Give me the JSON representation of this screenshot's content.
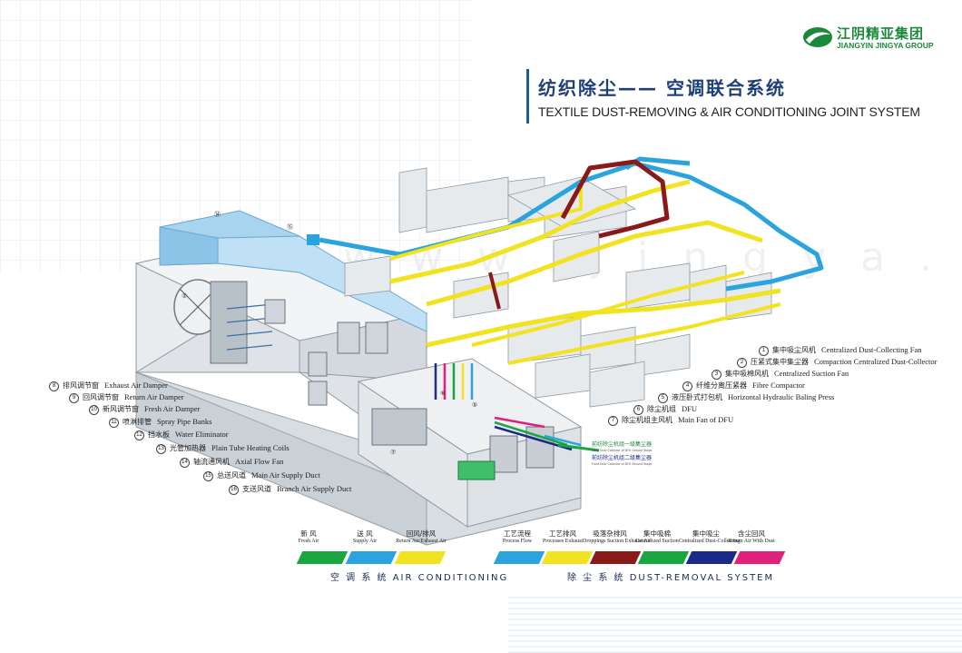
{
  "brand": {
    "name_cn": "江阴精亚集团",
    "name_en": "JIANGYIN JINGYA GROUP",
    "color": "#1a8a3a"
  },
  "title": {
    "cn": "纺织除尘—— 空调联合系统",
    "en": "TEXTILE DUST-REMOVING & AIR CONDITIONING JOINT SYSTEM"
  },
  "watermark": "w w w . j i n g y a . c n",
  "diagram_markers": {
    "m14": "⑭",
    "m15": "⑮",
    "m1": "①",
    "m7": "⑦",
    "m6": "⑥",
    "m5": "⑤"
  },
  "flow_labels": {
    "a": "前纺除尘机组一级集尘器",
    "a_sub": "Front Dust Collector of DFU Ground Stage",
    "b": "前纺除尘机组二级集尘器",
    "b_sub": "Front Dust Collector of DFU Second Stage"
  },
  "components_right": [
    {
      "n": "1",
      "cn": "集中吸尘风机",
      "en": "Centralized Dust-Collecting Fan"
    },
    {
      "n": "2",
      "cn": "压紧式集中集尘器",
      "en": "Compaction Centralized Dust-Collector"
    },
    {
      "n": "3",
      "cn": "集中吸棉风机",
      "en": "Centralized Suction Fan"
    },
    {
      "n": "4",
      "cn": "纤维分离压紧器",
      "en": "Fibre Compactor"
    },
    {
      "n": "5",
      "cn": "液压卧式打包机",
      "en": "Horizontal Hydraulic Baling Press"
    },
    {
      "n": "6",
      "cn": "除尘机组",
      "en": "DFU"
    },
    {
      "n": "7",
      "cn": "除尘机组主风机",
      "en": "Main Fan of DFU"
    }
  ],
  "components_left": [
    {
      "n": "8",
      "cn": "排风调节窗",
      "en": "Exhaust Air Damper"
    },
    {
      "n": "9",
      "cn": "回风调节窗",
      "en": "Return Air Damper"
    },
    {
      "n": "10",
      "cn": "新风调节窗",
      "en": "Fresh Air Damper"
    },
    {
      "n": "11",
      "cn": "喷淋排管",
      "en": "Spray Pipe Banks"
    },
    {
      "n": "12",
      "cn": "挡水板",
      "en": "Water Eliminator"
    },
    {
      "n": "13",
      "cn": "光管加热器",
      "en": "Plain Tube Heating Coils"
    },
    {
      "n": "14",
      "cn": "轴流通风机",
      "en": "Axial Flow Fan"
    },
    {
      "n": "15",
      "cn": "总送风道",
      "en": "Main Air Supply Duct"
    },
    {
      "n": "16",
      "cn": "支送风道",
      "en": "Branch Air Supply Duct"
    }
  ],
  "color_key": [
    {
      "cn": "新 风",
      "en": "Fresh Air",
      "color": "#1aa640"
    },
    {
      "cn": "送 风",
      "en": "Supply Air",
      "color": "#2aa3de"
    },
    {
      "cn": "回风/排风",
      "en": "Return Air/Exhaust Air",
      "color": "#f2e320"
    },
    {
      "cn": "工艺流程",
      "en": "Process Flow",
      "color": "#2aa3de"
    },
    {
      "cn": "工艺排风",
      "en": "Processes Exhaust",
      "color": "#f2e320"
    },
    {
      "cn": "吸落杂排风",
      "en": "Droppings Suction Exhaust Air",
      "color": "#8a1a1a"
    },
    {
      "cn": "集中吸棉",
      "en": "Centralized Suction",
      "color": "#1aa640"
    },
    {
      "cn": "集中吸尘",
      "en": "Centralized Dust-Collecting",
      "color": "#1e2a8a"
    },
    {
      "cn": "含尘回风",
      "en": "Return Air With Dust",
      "color": "#e0207a"
    }
  ],
  "systems": {
    "ac": "空 调 系 统  AIR CONDITIONING",
    "dust": "除 尘 系 统  DUST-REMOVAL SYSTEM"
  }
}
